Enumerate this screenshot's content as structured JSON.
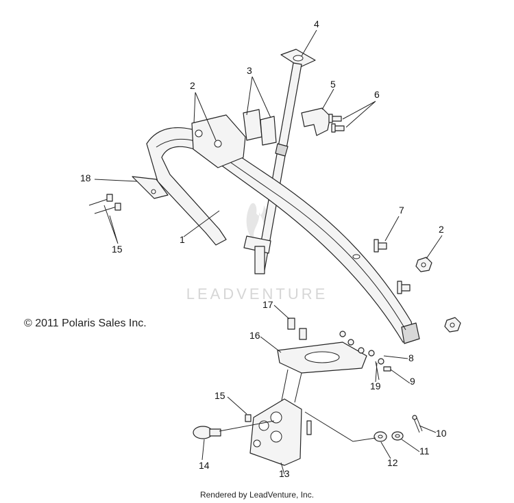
{
  "diagram": {
    "copyright": "© 2011 Polaris Sales Inc.",
    "footer": "Rendered by LeadVenture, Inc.",
    "watermark": "LEADVENTURE",
    "callouts": [
      "1",
      "2",
      "3",
      "4",
      "5",
      "6",
      "7",
      "2",
      "8",
      "9",
      "10",
      "11",
      "12",
      "13",
      "14",
      "15",
      "16",
      "17",
      "18",
      "15",
      "19"
    ]
  }
}
